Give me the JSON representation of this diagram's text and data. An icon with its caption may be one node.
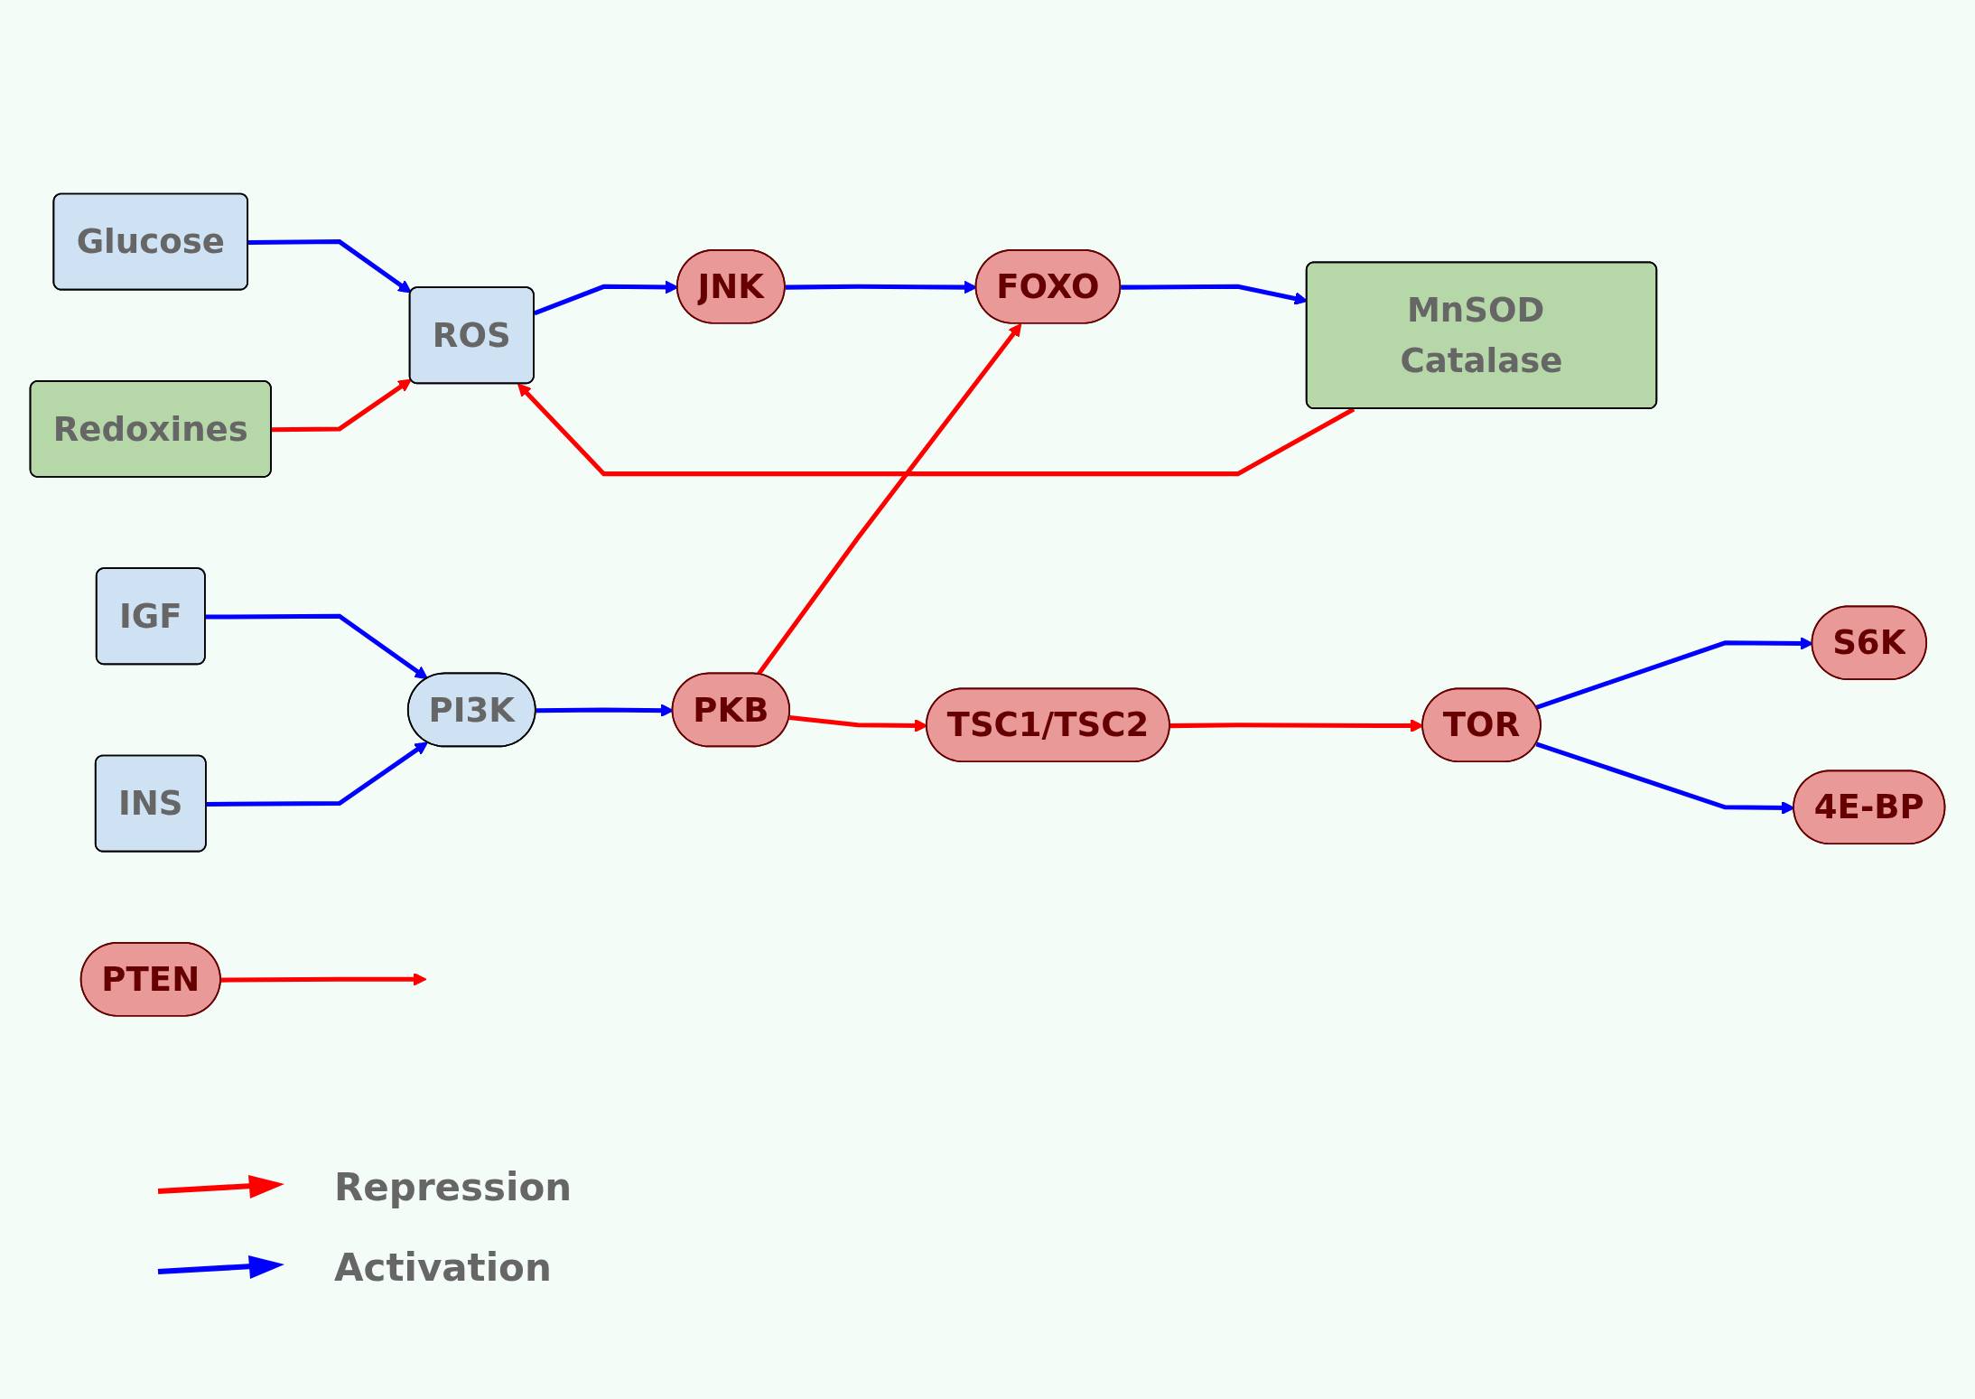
{
  "diagram": {
    "nodes": [
      {
        "text": [
          "Glucose"
        ]
      },
      {
        "text": [
          "ROS"
        ]
      },
      {
        "text": [
          "JNK"
        ]
      },
      {
        "text": [
          "MnSOD Catalase"
        ]
      },
      {
        "text": [
          "Redoxines"
        ]
      },
      {
        "text": [
          "FOXO"
        ]
      },
      {
        "text": [
          "IGF"
        ]
      },
      {
        "text": [
          "PI3K"
        ]
      },
      {
        "text": [
          "PKB"
        ]
      },
      {
        "text": [
          "INS"
        ]
      },
      {
        "text": [
          "TSC1/TSC2"
        ]
      },
      {
        "text": [
          "PTEN"
        ]
      },
      {
        "text": [
          "TOR"
        ]
      },
      {
        "text": [
          "S6K"
        ]
      },
      {
        "text": [
          "4E-BP"
        ]
      }
    ],
    "edges": [
      {
        "from": 0,
        "to": 1,
        "arrow": "to"
      },
      {
        "from": 4,
        "to": 1,
        "arrow": "to",
        "color": "#ff0000"
      },
      {
        "from": 1,
        "to": 2,
        "arrow": "to"
      },
      {
        "from": 3,
        "to": 1,
        "arrow": "to",
        "color": "#ff0000"
      },
      {
        "from": 2,
        "to": 5,
        "arrow": "to"
      },
      {
        "from": 5,
        "to": 3,
        "arrow": "to"
      },
      {
        "from": 8,
        "to": 5,
        "arrow": "to",
        "color": "#ff0000"
      },
      {
        "from": 6,
        "to": 7,
        "arrow": "to"
      },
      {
        "from": 9,
        "to": 7,
        "arrow": "to"
      },
      {
        "from": 7,
        "to": 8,
        "arrow": "to"
      },
      {
        "from": 11,
        "to": null,
        "arrow": "to",
        "color": "#ff0000"
      },
      {
        "from": 8,
        "to": 10,
        "arrow": "to",
        "color": "#ff0000"
      },
      {
        "from": 10,
        "to": 12,
        "arrow": "to",
        "color": "#ff0000"
      },
      {
        "from": 12,
        "to": 13,
        "arrow": "to"
      },
      {
        "from": 12,
        "to": 14,
        "arrow": "to"
      }
    ],
    "legend": [
      {
        "text": "Repression"
      },
      {
        "text": "Activation"
      }
    ]
  }
}
